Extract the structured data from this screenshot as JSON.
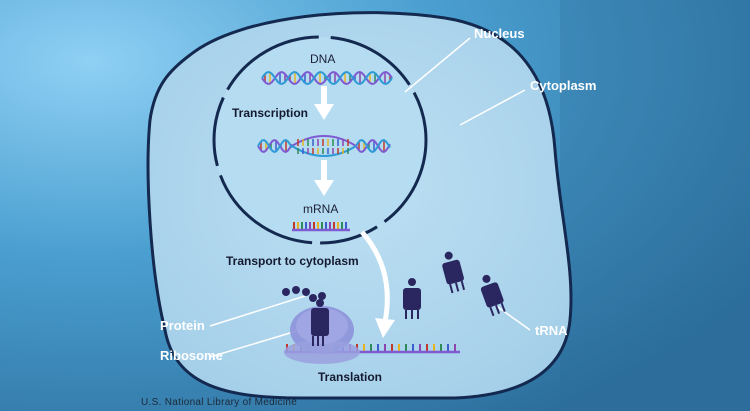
{
  "diagram": {
    "labels": {
      "nucleus": "Nucleus",
      "cytoplasm": "Cytoplasm",
      "dna": "DNA",
      "transcription": "Transcription",
      "mrna": "mRNA",
      "transport": "Transport to cytoplasm",
      "protein": "Protein",
      "ribosome": "Ribosome",
      "trna": "tRNA",
      "translation": "Translation"
    },
    "credit": "U.S. National Library of Medicine"
  },
  "colors": {
    "background": "#3b8fc0",
    "cell_fill": "#a9d3ec",
    "nucleus_fill": "#b4daf0",
    "membrane": "#14294f",
    "dna_strand_1": "#7f5bd2",
    "dna_strand_2": "#2e9ad6",
    "ribosome": "#8e8ed6",
    "trna": "#2a2760",
    "base_colors": [
      "#c0392b",
      "#e6b422",
      "#2e8b57",
      "#3a5fcd",
      "#8e44ad"
    ]
  }
}
